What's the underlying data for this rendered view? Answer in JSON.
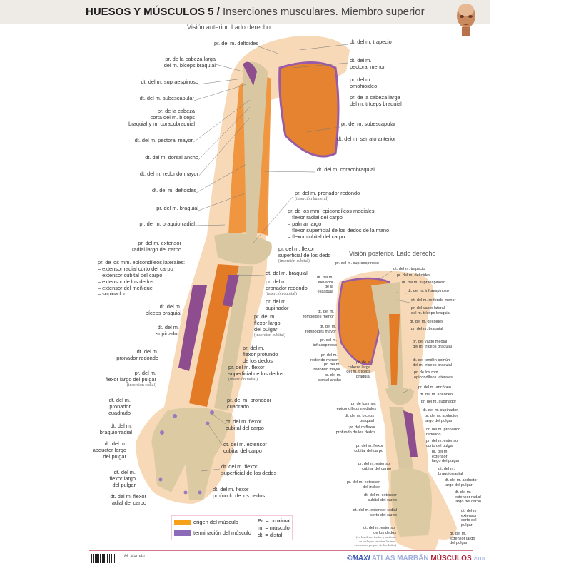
{
  "header": {
    "title_main": "HUESOS Y MÚSCULOS 5 /",
    "title_sub": "Inserciones musculares. Miembro superior"
  },
  "anterior": {
    "title": "Visión anterior. Lado derecho",
    "labels": [
      {
        "text": "pr. del m. deltoides"
      },
      {
        "text": "pr. de la cabeza larga\ndel m. bíceps braquial"
      },
      {
        "text": "dt. del m. supraespinoso"
      },
      {
        "text": "dt. del m. subescapular"
      },
      {
        "text": "pr. de la cabeza\ncorta del m. bíceps\nbraquial y m. coracobraquial"
      },
      {
        "text": "dt. del m. pectoral mayor"
      },
      {
        "text": "dt. del m. dorsal ancho"
      },
      {
        "text": "dt. del m. redondo mayor"
      },
      {
        "text": "dt. del m. deltoides"
      },
      {
        "text": "pr. del m. braquial"
      },
      {
        "text": "pr. del m. braquiorradial"
      },
      {
        "text": "pr. del m. extensor\nradial largo del carpo"
      },
      {
        "text": "pr. de los mm. epicondíleos laterales:\n– extensor radial corto del carpo\n– extensor cubital del carpo\n– extensor de los dedos\n– extensor del meñique\n– supinador"
      },
      {
        "text": "dt. del m.\nbíceps braquial"
      },
      {
        "text": "dt. del m.\nsupinador"
      },
      {
        "text": "dt. del m.\npronador redondo"
      },
      {
        "text": "pr. del m.\nflexor largo del pulgar",
        "note": "(inserción radial)"
      },
      {
        "text": "dt. del m.\npronador\ncuadrado"
      },
      {
        "text": "dt. del m.\nbraquiorradial"
      },
      {
        "text": "dt. del m.\nabductor largo\ndel pulgar"
      },
      {
        "text": "dt. del m.\nflexor largo\ndel pulgar"
      },
      {
        "text": "dt. del m. flexor\nradial del carpo"
      },
      {
        "text": "dt. del m. trapecio"
      },
      {
        "text": "dt. del m.\npectoral menor"
      },
      {
        "text": "pr. del m.\nomohioideo"
      },
      {
        "text": "pr. de la cabeza larga\ndel m. tríceps braquial"
      },
      {
        "text": "pr. del m. subescapular"
      },
      {
        "text": "dt. del m. serrato anterior"
      },
      {
        "text": "dt. del m. coracobraquial"
      },
      {
        "text": "pr. del m. pronador redondo",
        "note": "(inserción humeral)"
      },
      {
        "text": "pr. de los mm. epicondíleos mediales:\n– flexor radial del carpo\n– palmar largo\n– flexor superficial de los dedos de la mano\n– flexor cubital del carpo"
      },
      {
        "text": "pr. del m. flexor\nsuperficial de los dedo",
        "note": "(inserción cubital)"
      },
      {
        "text": "dt. del m. braquial"
      },
      {
        "text": "pr. del m.\npronador redondo",
        "note": "(inserción cubital)"
      },
      {
        "text": "pr. del m.\nsupinador"
      },
      {
        "text": "pr. del m.\nflexor largo\ndel pulgar",
        "note": "(inserción cubital)"
      },
      {
        "text": "pr. del m.\nflexor profundo\nde los dedos"
      },
      {
        "text": "pr. del m. flexor\nsuperficial de los dedos",
        "note": "(inserción radial)"
      },
      {
        "text": "pr. del m. pronador\ncuadrado"
      },
      {
        "text": "dt. del m. flexor\ncubital del carpo"
      },
      {
        "text": "dt. del m. extensor\ncubital del carpo"
      },
      {
        "text": "dt. del m. flexor\nsuperficial de los dedos"
      },
      {
        "text": "dt. del m. flexor\nprofundo de los dedos"
      }
    ]
  },
  "posterior": {
    "title": "Visión posterior. Lado derecho",
    "labels": [
      {
        "text": "pr. del m. supraespinoso"
      },
      {
        "text": "dt. del m. trapecio"
      },
      {
        "text": "pr. del m. deltoides"
      },
      {
        "text": "dt. del m. supraespinoso"
      },
      {
        "text": "dt. del m. infraespinoso"
      },
      {
        "text": "dt. del m. redondo menor"
      },
      {
        "text": "pr. del vasto lateral\ndel m. tríceps braquial"
      },
      {
        "text": "dt. del m. deltoides"
      },
      {
        "text": "pr. del m. braquial"
      },
      {
        "text": "pr. del vasto medial\ndel m. tríceps braquial"
      },
      {
        "text": "dt. del tendón común\ndel m. tríceps braquial"
      },
      {
        "text": "pr. de los mm.\nepicondíleos laterales"
      },
      {
        "text": "pr. del m. ancóneo"
      },
      {
        "text": "dt. del m. ancóneo"
      },
      {
        "text": "pr. del m. supinador"
      },
      {
        "text": "dt. del m. supinador"
      },
      {
        "text": "pr. del m. abductor\nlargo del pulgar"
      },
      {
        "text": "dt. del m. pronador\nredondo"
      },
      {
        "text": "pr. del m. extensor\ncorto del pulgar"
      },
      {
        "text": "pr. del m.\nextensor\nlargo del pulgar"
      },
      {
        "text": "dt. del m.\nbraquiorradial"
      },
      {
        "text": "dt. del m. abductor\nlargo del pulgar"
      },
      {
        "text": "dt. del m.\nextensor radial\nlargo del carpo"
      },
      {
        "text": "dt. del m.\nextensor\ncorto del\npulgar"
      },
      {
        "text": "dt. del m.\nextensor largo\ndel pulgar"
      },
      {
        "text": "dt. del m.\nelevador\nde la\nescápula"
      },
      {
        "text": "dt. del m.\nromboides menor"
      },
      {
        "text": "dt. del m.\nromboides mayor"
      },
      {
        "text": "pr. del m.\ninfraespinoso"
      },
      {
        "text": "pr. del m.\nredondo menor"
      },
      {
        "text": "pr. del m.\nredondo mayor"
      },
      {
        "text": "pr. del m.\ndorsal ancho"
      },
      {
        "text": "pr. de la\ncabeza larga\ndel m. tríceps\nbraquial"
      },
      {
        "text": "pr. de los mm.\nepicondíleos mediales"
      },
      {
        "text": "dt. del m. bíceps\nbraquial"
      },
      {
        "text": "pr. del m.flexor\nprofundo de los dedos"
      },
      {
        "text": "pr. del m. flexor\ncubital del carpo"
      },
      {
        "text": "pr. del m. extensor\ncubital del carpo"
      },
      {
        "text": "pr. del m. extensor\ndel índice"
      },
      {
        "text": "dt. del m. extensor\ncubital del carpo"
      },
      {
        "text": "dt. del m. extensor radial\ncorto del carpo"
      },
      {
        "text": "dt. del m. extensor\nde los dedos",
        "note": "(en los dedos índice y meñique\nse incluyen también los mm.\nextensores propios de los dedos)"
      }
    ]
  },
  "legend": {
    "origin_label": "origen del músculo",
    "insertion_label": "terminación del músculo",
    "abbr": [
      "Pr. = proximal",
      "m. = músculo",
      "dt. = distal"
    ],
    "origin_color": "#f7a11a",
    "insertion_color": "#8e6bb8"
  },
  "footer": {
    "signature": "M. Marbán",
    "brand_maxi": "©MAXI",
    "brand_atlas": "ATLAS MARBÁN",
    "brand_title": "MÚSCULOS",
    "brand_year": "2010"
  }
}
